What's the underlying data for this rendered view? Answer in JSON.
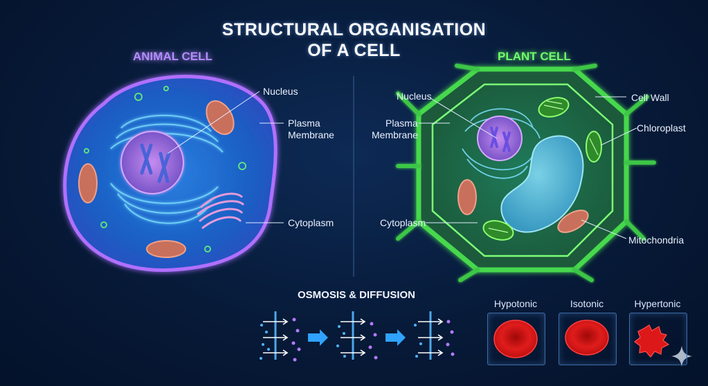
{
  "title": {
    "line1": "STRUCTURAL ORGANISATION",
    "line2": "OF A CELL"
  },
  "animal": {
    "heading": "ANIMAL CELL",
    "labels": {
      "nucleus": "Nucleus",
      "plasma1": "Plasma",
      "plasma2": "Membrane",
      "cytoplasm": "Cytoplasm"
    }
  },
  "plant": {
    "heading": "PLANT CELL",
    "labels": {
      "nucleus": "Nucleus",
      "plasma1": "Plasma",
      "plasma2": "Membrane",
      "cytoplasm": "Cytoplasm",
      "cellwall": "Cell Wall",
      "chloroplast": "Chloroplast",
      "mitochondria": "Mitochondria"
    }
  },
  "osmosis": {
    "title": "OSMOSIS & DIFFUSION"
  },
  "tonicity": [
    {
      "label": "Hypotonic"
    },
    {
      "label": "Isotonic"
    },
    {
      "label": "Hypertonic"
    }
  ],
  "colors": {
    "animal_accent": "#b58cff",
    "plant_accent": "#6fff6a",
    "membrane_purple": "#a060ff",
    "wall_green": "#3fd24a",
    "blood_red": "#d41414"
  }
}
